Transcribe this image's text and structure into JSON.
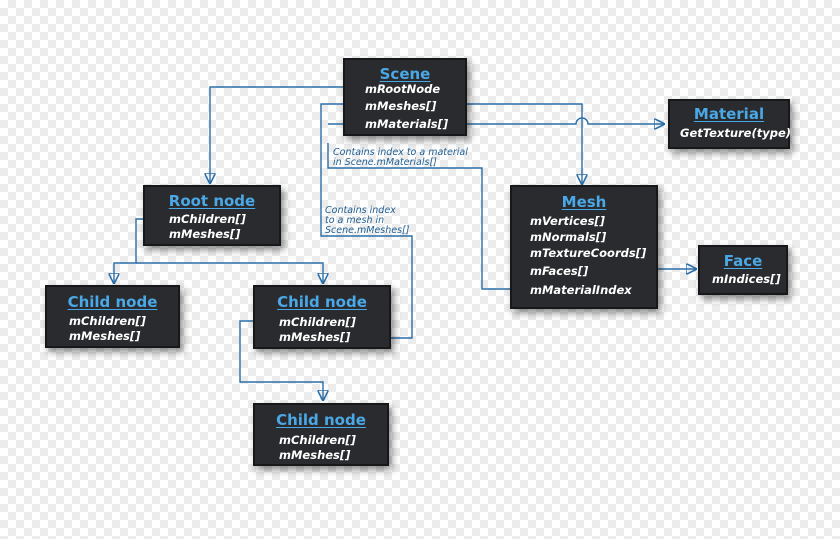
{
  "colors": {
    "box_fill": "#2a2b2e",
    "title_text": "#4aa8e6",
    "field_text": "#ffffff",
    "connector": "#2a6fa8",
    "note_text": "#1f5e91"
  },
  "scene": {
    "title": "Scene",
    "fields": [
      "mRootNode",
      "mMeshes[]",
      "mMaterials[]"
    ]
  },
  "material": {
    "title": "Material",
    "fields": [
      "GetTexture(type)"
    ]
  },
  "root_node": {
    "title": "Root node",
    "fields": [
      "mChildren[]",
      "mMeshes[]"
    ]
  },
  "mesh": {
    "title": "Mesh",
    "fields": [
      "mVertices[]",
      "mNormals[]",
      "mTextureCoords[]",
      "mFaces[]",
      "mMaterialIndex"
    ]
  },
  "face": {
    "title": "Face",
    "fields": [
      "mIndices[]"
    ]
  },
  "child_node_left": {
    "title": "Child node",
    "fields": [
      "mChildren[]",
      "mMeshes[]"
    ]
  },
  "child_node_mid": {
    "title": "Child node",
    "fields": [
      "mChildren[]",
      "mMeshes[]"
    ]
  },
  "child_node_bottom": {
    "title": "Child node",
    "fields": [
      "mChildren[]",
      "mMeshes[]"
    ]
  },
  "notes": {
    "material_index": [
      "Contains index to a material",
      "in Scene.mMaterials[]"
    ],
    "mesh_index": [
      "Contains index",
      "to a mesh in",
      "Scene.mMeshes[]"
    ]
  }
}
